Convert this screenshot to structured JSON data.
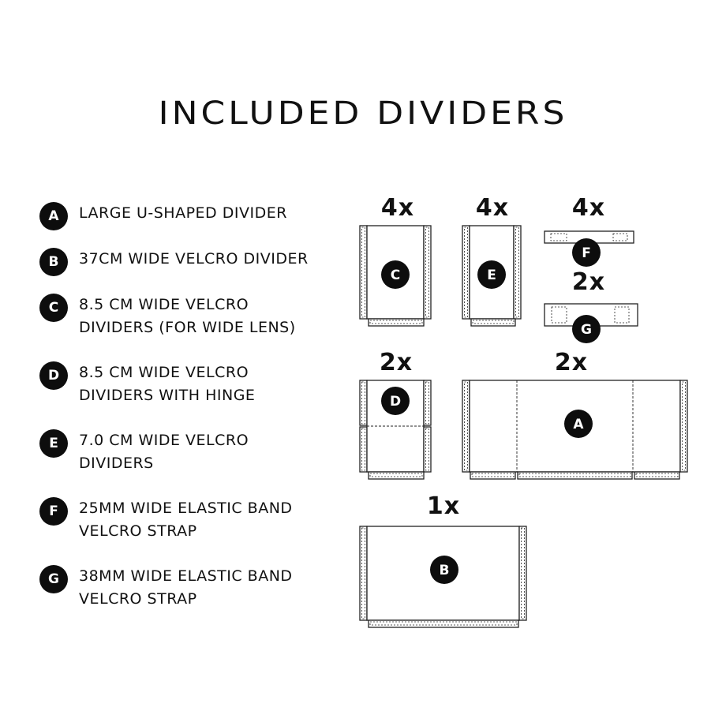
{
  "title": "INCLUDED DIVIDERS",
  "legend": [
    {
      "letter": "A",
      "lines": [
        "LARGE  U-SHAPED DIVIDER"
      ]
    },
    {
      "letter": "B",
      "lines": [
        "37CM WIDE VELCRO DIVIDER"
      ]
    },
    {
      "letter": "C",
      "lines": [
        "8.5 CM WIDE VELCRO",
        "DIVIDERS (FOR WIDE LENS)"
      ]
    },
    {
      "letter": "D",
      "lines": [
        "8.5 CM WIDE VELCRO",
        "DIVIDERS WITH HINGE"
      ]
    },
    {
      "letter": "E",
      "lines": [
        "7.0 CM WIDE VELCRO",
        "DIVIDERS"
      ]
    },
    {
      "letter": "F",
      "lines": [
        "25MM WIDE ELASTIC BAND",
        "VELCRO STRAP"
      ]
    },
    {
      "letter": "G",
      "lines": [
        "38MM WIDE ELASTIC BAND",
        "VELCRO STRAP"
      ]
    }
  ],
  "quantities": {
    "C": "4x",
    "E": "4x",
    "F": "4x",
    "G": "2x",
    "D": "2x",
    "A": "2x",
    "B": "1x"
  },
  "colors": {
    "badge_fill": "#0d0d0d",
    "badge_text": "#ffffff",
    "outline": "#222222",
    "background": "#ffffff"
  }
}
